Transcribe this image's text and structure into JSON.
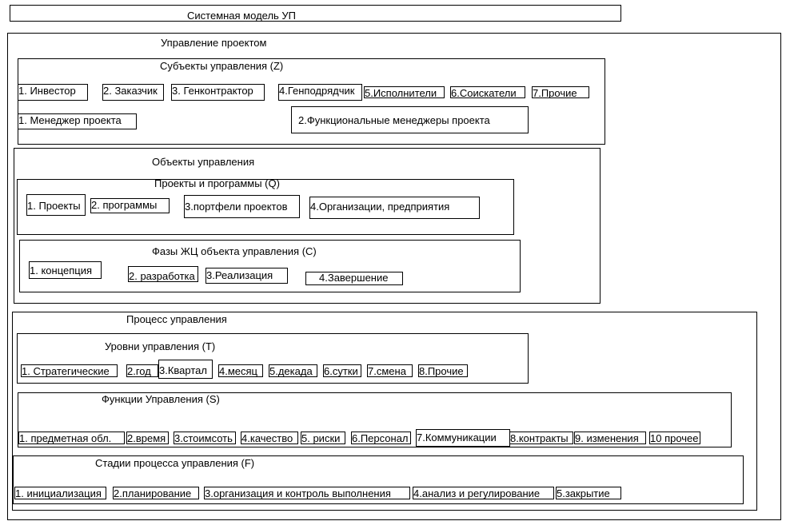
{
  "title": "Системная модель УП",
  "project_management": {
    "title": "Управление проектом",
    "subjects": {
      "title": "Субъекты управления  (Z)",
      "row1": [
        "1. Инвестор",
        "2. Заказчик",
        "3. Генконтрактор",
        "4.Генподрядчик",
        "5.Исполнители",
        "6.Соискатели",
        "7.Прочие"
      ],
      "row2": [
        "1. Менеджер проекта",
        "2.Функциональные менеджеры проекта"
      ]
    }
  },
  "objects": {
    "title": "Объекты управления",
    "projects": {
      "title": "Проекты и программы (Q)",
      "items": [
        "1. Проекты",
        "2. программы",
        "3.портфели проектов",
        "4.Организации, предприятия"
      ]
    },
    "phases": {
      "title": "Фазы ЖЦ объекта управления (С)",
      "items": [
        "1. концепция",
        "2. разработка",
        "3.Реализация",
        "4.Завершение"
      ]
    }
  },
  "process": {
    "title": "Процесс управления",
    "levels": {
      "title": "Уровни управления (T)",
      "items": [
        "1. Стратегические",
        "2.год",
        "3.Квартал",
        "4.месяц",
        "5.декада",
        "6.сутки",
        "7.смена",
        "8.Прочие"
      ]
    },
    "functions": {
      "title": "Функции Управления (S)",
      "items": [
        "1. предметная обл.",
        "2.время",
        "3.стоимсоть",
        "4.качество",
        "5. риски",
        "6.Персонал",
        "7.Коммуникации",
        "8.контракты",
        "9. изменения",
        "10 прочее"
      ]
    },
    "stages": {
      "title": "Стадии процесса управления (F)",
      "items": [
        "1. инициализация",
        "2.планирование",
        "3.организация и контроль выполнения",
        "4.анализ и регулирование",
        "5.закрытие"
      ]
    }
  }
}
